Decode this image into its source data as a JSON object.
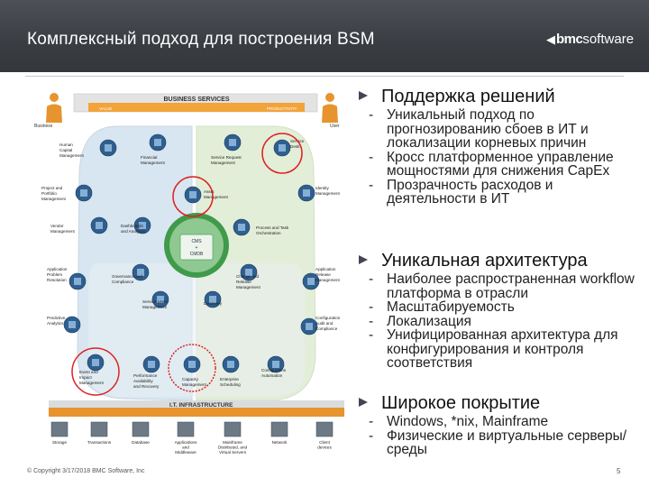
{
  "header": {
    "title": "Комплексный подход для построения BSM",
    "logo_arrow": "◀",
    "logo_bold": "bmc",
    "logo_rest": "software"
  },
  "diagram": {
    "banner_title": "BUSINESS SERVICES",
    "banner_value": "VALUE",
    "banner_productivity": "PRODUCTIVITY",
    "business": "Business",
    "user": "User",
    "cmdb_1": "CMS",
    "cmdb_2": "+",
    "cmdb_3": "CMDB",
    "infra_title": "I.T. INFRASTRUCTURE",
    "nodes": {
      "hcm": [
        "Human",
        "Capital",
        "Management"
      ],
      "financial": [
        "Financial",
        "Management"
      ],
      "service_request": [
        "Service Request",
        "Management"
      ],
      "service_desk": [
        "Service",
        "Desk"
      ],
      "project": [
        "Project and",
        "Portfolio",
        "Management"
      ],
      "asset": [
        "Asset",
        "Management"
      ],
      "identity": [
        "Identity",
        "Management"
      ],
      "vendor": [
        "Vendor",
        "Management"
      ],
      "dashboards": [
        "Dashboards",
        "and Analytics"
      ],
      "process": [
        "Process and Task",
        "Orchestration"
      ],
      "governance": [
        "Governance and",
        "Compliance"
      ],
      "change": [
        "Change and",
        "Release",
        "Management"
      ],
      "app_problem": [
        "Application",
        "Problem",
        "Resolution"
      ],
      "app_release": [
        "Application",
        "Release",
        "Management"
      ],
      "slm": [
        "Service Level",
        "Management"
      ],
      "discovery": [
        "Discovery"
      ],
      "predictive": [
        "Predictive",
        "Analytics"
      ],
      "config_audit": [
        "Configuration",
        "Audit and",
        "Compliance"
      ],
      "event": [
        "Event and",
        "Impact",
        "Management"
      ],
      "performance": [
        "Performance",
        "Availability",
        "and Recovery"
      ],
      "capacity": [
        "Capacity",
        "Management"
      ],
      "scheduling": [
        "Enterprise",
        "Scheduling"
      ],
      "config_auto": [
        "Configuration",
        "Automation"
      ]
    },
    "infra": [
      [
        "Storage"
      ],
      [
        "Transactions"
      ],
      [
        "Database"
      ],
      [
        "Applications",
        "and",
        "Middleware"
      ],
      [
        "Mainframe",
        "Distributed, and",
        "Virtual Servers"
      ],
      [
        "Network"
      ],
      [
        "Client",
        "devices"
      ]
    ]
  },
  "sections": [
    {
      "heading": "Поддержка решений",
      "items": [
        "Уникальный подход по прогнозированию сбоев в ИТ и локализации корневых причин",
        "Кросс платформенное управление мощностями для снижения CapEx",
        "Прозрачность расходов и деятельности в ИТ"
      ]
    },
    {
      "heading": "Уникальная архитектура",
      "items": [
        "Наиболее распространенная workflow платформа в отрасли",
        "Масштабируемость",
        "Локализация",
        "Унифицированная архитектура для конфигурирования и контроля соответствия"
      ]
    },
    {
      "heading": "Широкое покрытие",
      "items": [
        "Windows, *nix, Mainframe",
        "Физические и виртуальные серверы/среды"
      ]
    }
  ],
  "footer": {
    "copyright": "© Copyright 3/17/2018 BMC Software, Inc",
    "page": "5"
  }
}
